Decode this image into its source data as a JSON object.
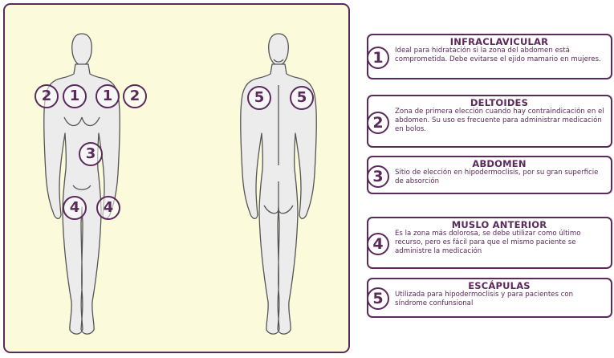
{
  "markers": {
    "front": [
      "2",
      "1",
      "1",
      "2",
      "3",
      "4",
      "4"
    ],
    "back": [
      "5",
      "5"
    ]
  },
  "sites": [
    {
      "num": "1",
      "title": "INFRACLAVICULAR",
      "text": "Ideal para hidratación si la zona del abdomen está comprometida. Debe evitarse el ejido mamario en mujeres."
    },
    {
      "num": "2",
      "title": "DELTOIDES",
      "text": "Zona de primera elección cuando hay contraindicación en el abdomen. Su uso es frecuente para administrar medicación en bolos."
    },
    {
      "num": "3",
      "title": "ABDOMEN",
      "text": "Sitio de elección en hipodermoclisis, por su gran superficie de absorción"
    },
    {
      "num": "4",
      "title": "MUSLO ANTERIOR",
      "text": "Es la zona más dolorosa, se debe utilizar como último recurso, pero es fácil para que el mismo paciente se administre la medicación"
    },
    {
      "num": "5",
      "title": "ESCÁPULAS",
      "text": "Utilizada para hipodermoclisis y para pacientes con síndrome confunsional"
    }
  ],
  "colors": {
    "accent": "#5a2a5a",
    "panel_bg": "#fbfbdc",
    "body_fill": "#ececec",
    "body_line": "#555555"
  }
}
